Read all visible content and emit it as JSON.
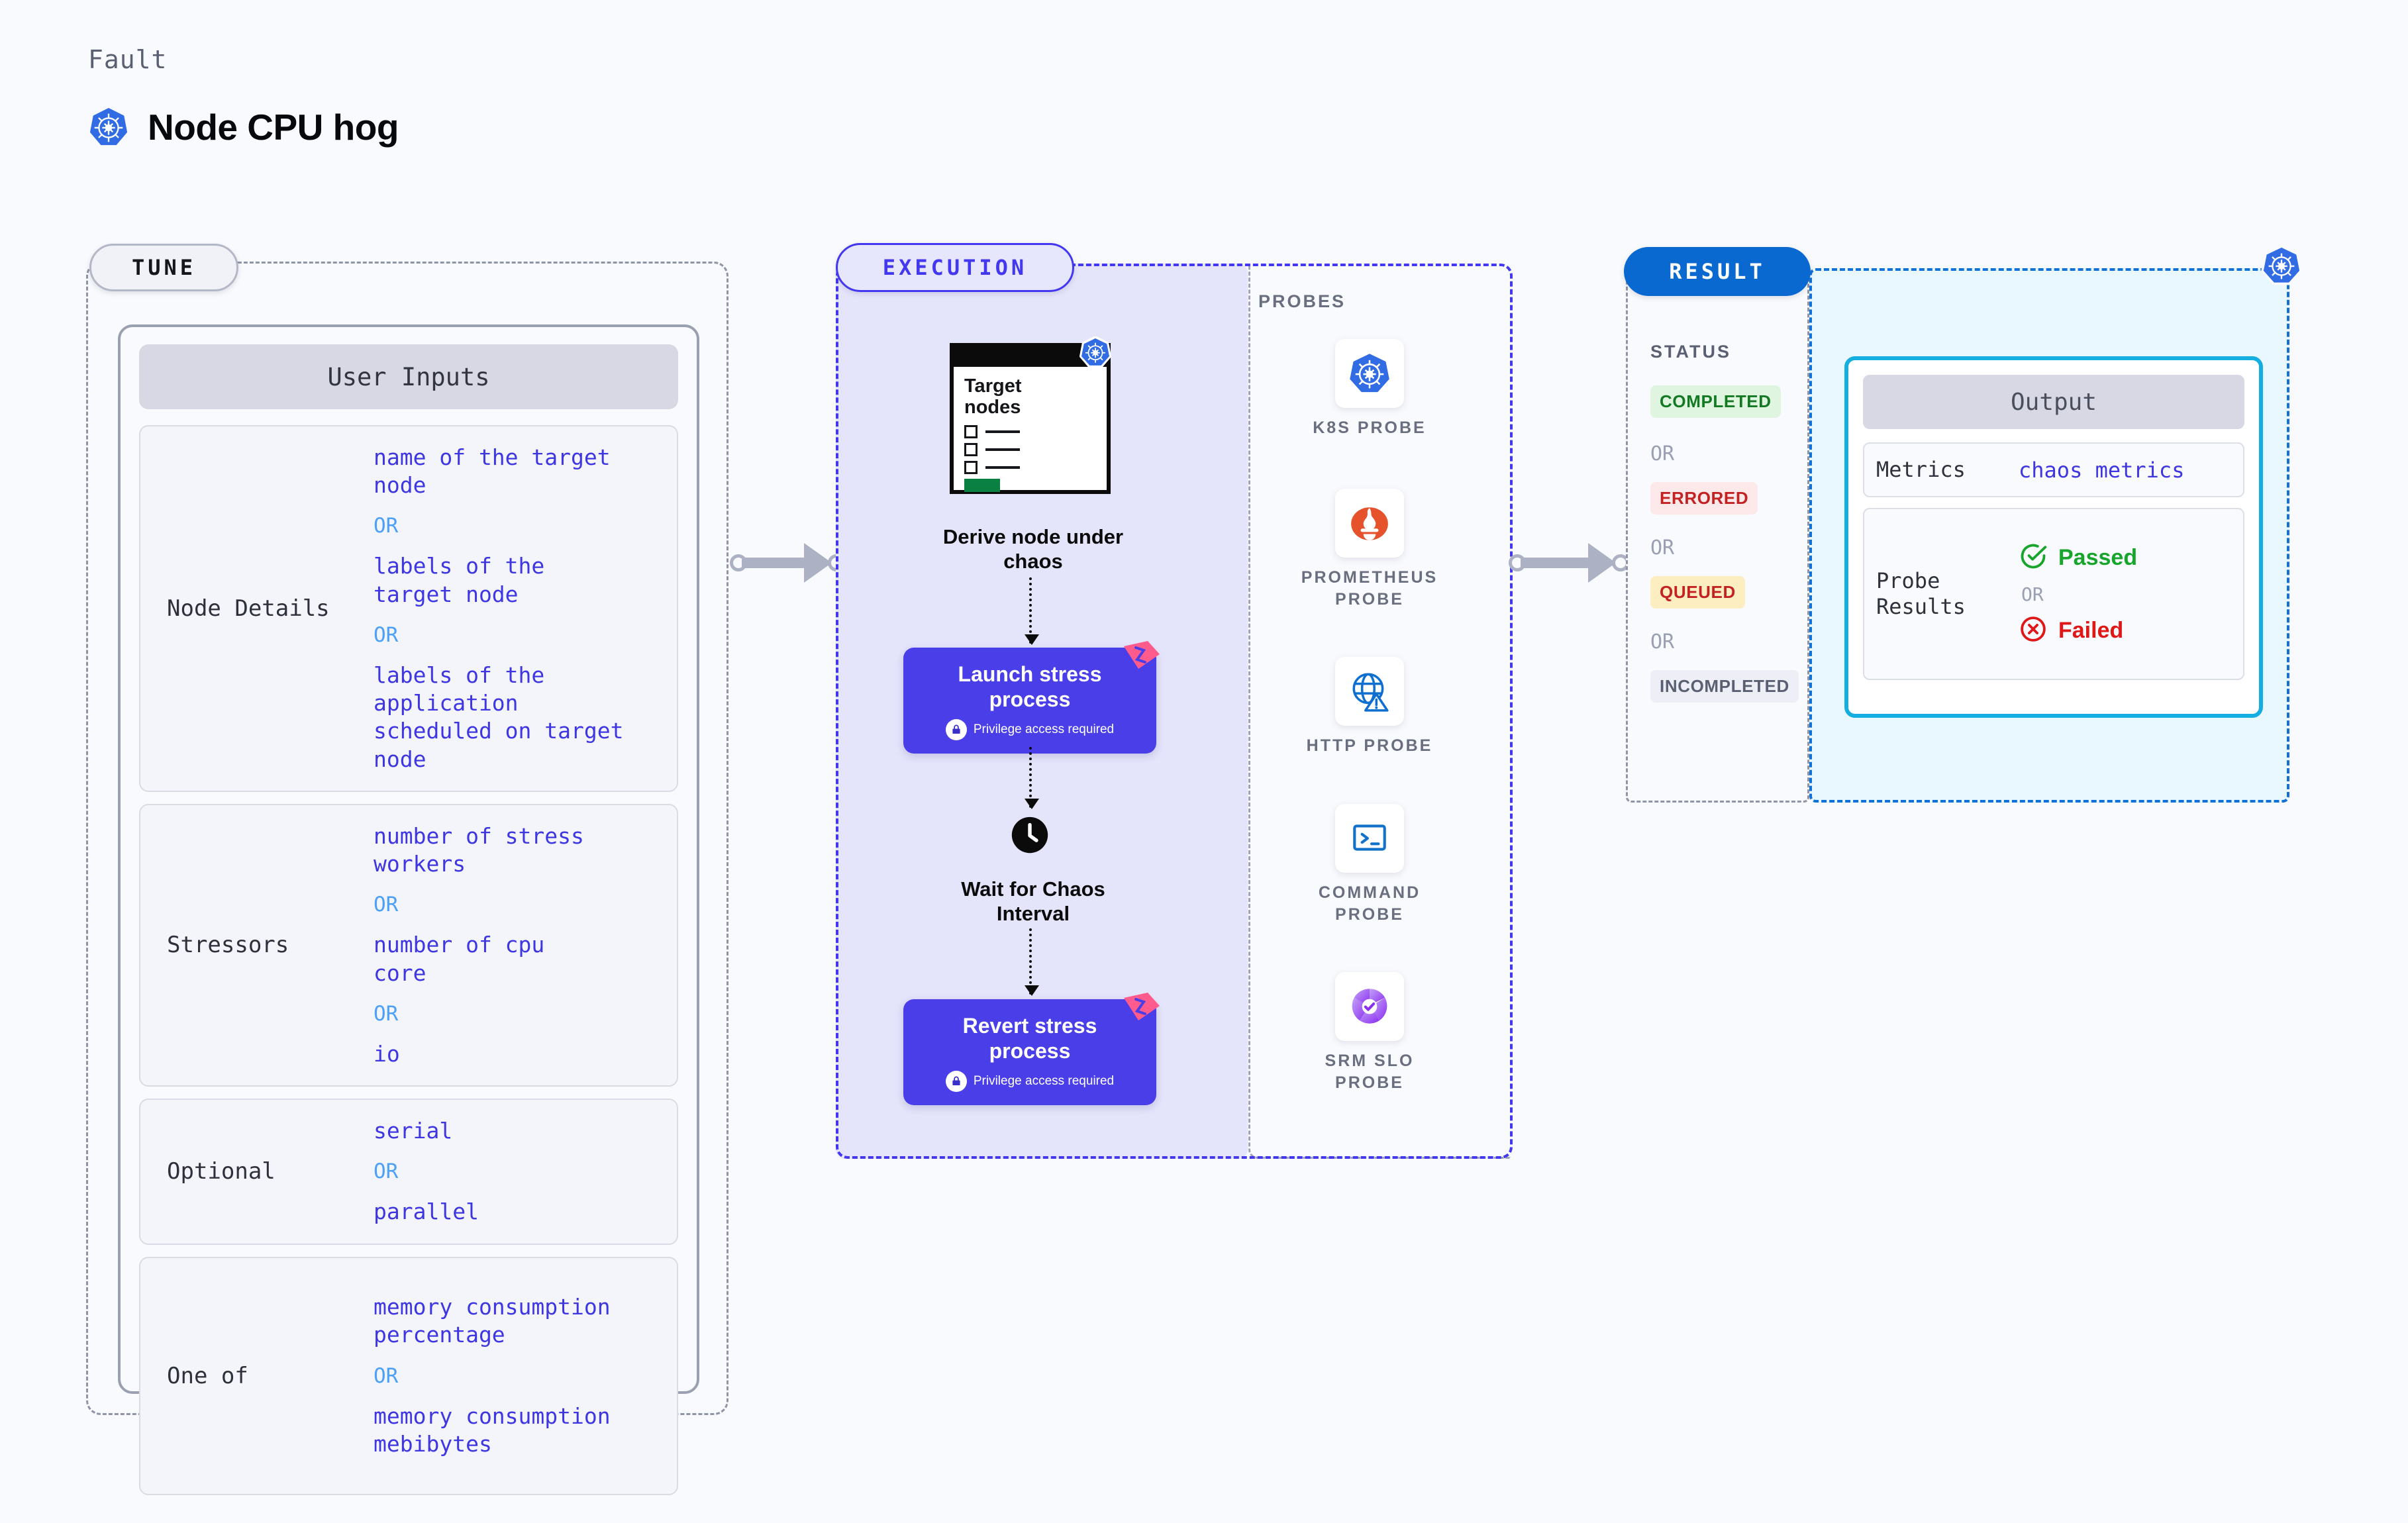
{
  "header": {
    "eyebrow": "Fault",
    "title": "Node CPU hog",
    "logo_icon": "kubernetes-icon"
  },
  "tune": {
    "pill_label": "TUNE",
    "card_header": "User Inputs",
    "or_label": "OR",
    "groups": [
      {
        "label": "Node Details",
        "values": [
          "name of the target\nnode",
          "labels of the\ntarget node",
          "labels of the application\n scheduled on target node"
        ]
      },
      {
        "label": "Stressors",
        "values": [
          "number of stress\nworkers",
          "number of cpu\ncore",
          "io"
        ]
      },
      {
        "label": "Optional",
        "values": [
          "serial",
          "parallel"
        ]
      },
      {
        "label": "One of",
        "values": [
          "memory consumption\npercentage",
          "memory consumption\nmebibytes"
        ]
      }
    ]
  },
  "execution": {
    "pill_label": "EXECUTION",
    "target_card": {
      "title": "Target\nnodes",
      "k8s_icon": "kubernetes-icon"
    },
    "steps": [
      {
        "caption": "Derive node under\nchaos"
      },
      {
        "caption": "Launch stress\nprocess",
        "note": "Privilege access required",
        "icon": "lock-icon"
      },
      {
        "caption": "Wait for Chaos\nInterval",
        "icon": "clock-icon"
      },
      {
        "caption": "Revert stress\nprocess",
        "note": "Privilege access required",
        "icon": "lock-icon"
      }
    ],
    "probes_title": "PROBES",
    "probes": [
      {
        "label": "K8S PROBE",
        "icon": "kubernetes-icon"
      },
      {
        "label": "PROMETHEUS\nPROBE",
        "icon": "prometheus-icon"
      },
      {
        "label": "HTTP PROBE",
        "icon": "globe-warning-icon"
      },
      {
        "label": "COMMAND\nPROBE",
        "icon": "terminal-icon"
      },
      {
        "label": "SRM SLO\nPROBE",
        "icon": "slo-donut-icon"
      }
    ]
  },
  "result": {
    "pill_label": "RESULT",
    "status_title": "STATUS",
    "or_label": "OR",
    "statuses": [
      {
        "label": "COMPLETED",
        "color": "#137a23",
        "bg": "#dff5e0"
      },
      {
        "label": "ERRORED",
        "color": "#c42222",
        "bg": "#fde9e9"
      },
      {
        "label": "QUEUED",
        "color": "#c42222",
        "bg": "#fdeec2"
      },
      {
        "label": "INCOMPLETED",
        "color": "#5a5f72",
        "bg": "#eeeff6"
      }
    ],
    "k8s_icon": "kubernetes-icon",
    "output": {
      "header": "Output",
      "metrics_label": "Metrics",
      "metrics_value": "chaos metrics",
      "probe_results_label": "Probe\nResults",
      "passed_label": "Passed",
      "failed_label": "Failed",
      "or_label": "OR"
    }
  },
  "colors": {
    "page_bg": "#f9fafd",
    "execution_accent": "#4338ef",
    "result_accent": "#0a69d1",
    "output_accent": "#15aee0",
    "value_text": "#3e36e2",
    "or_text": "#4da0f7",
    "connector": "#adb1c4"
  }
}
